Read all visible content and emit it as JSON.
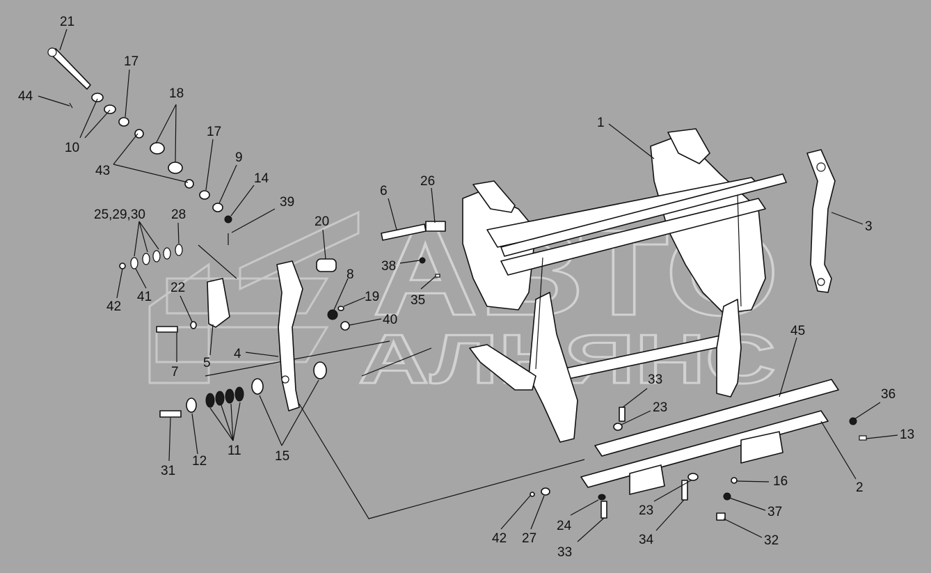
{
  "watermark": {
    "line1": "АВТО",
    "line2": "АЛЬЯНС"
  },
  "callouts": [
    "21",
    "44",
    "17",
    "10",
    "18",
    "43",
    "17",
    "9",
    "14",
    "39",
    "25,29,30",
    "28",
    "42",
    "41",
    "20",
    "22",
    "7",
    "5",
    "4",
    "8",
    "19",
    "40",
    "6",
    "26",
    "38",
    "35",
    "1",
    "3",
    "45",
    "31",
    "12",
    "11",
    "15",
    "33",
    "23",
    "36",
    "13",
    "2",
    "16",
    "37",
    "32",
    "23",
    "34",
    "24",
    "33",
    "42",
    "27"
  ]
}
